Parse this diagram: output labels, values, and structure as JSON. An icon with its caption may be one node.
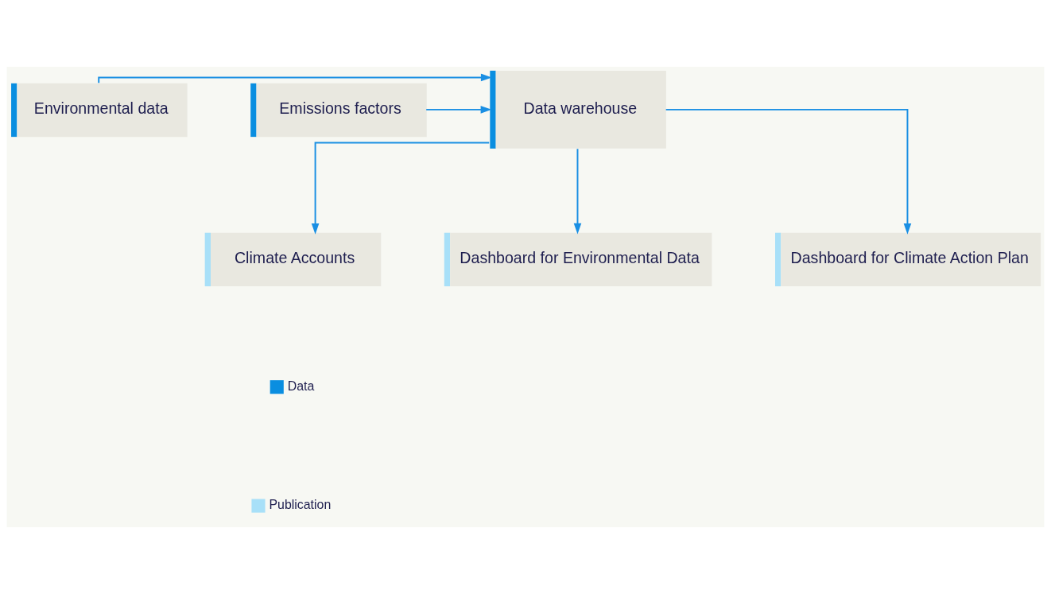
{
  "diagram": {
    "nodes": [
      {
        "text": [
          "Environmental data"
        ]
      },
      {
        "text": [
          "Data warehouse"
        ]
      },
      {
        "text": [
          "Emissions factors"
        ]
      },
      {
        "text": [
          "Climate Accounts"
        ]
      },
      {
        "text": [
          "Dashboard for Environmental Data"
        ]
      },
      {
        "text": [
          "Dashboard for Climate Action Plan"
        ]
      }
    ],
    "edges": [
      {
        "from": 0,
        "to": 1,
        "arrow": "to"
      },
      {
        "from": 2,
        "to": 1,
        "arrow": "to"
      },
      {
        "from": 1,
        "to": 3,
        "arrow": "to"
      },
      {
        "from": 1,
        "to": 4,
        "arrow": "to"
      },
      {
        "from": 1,
        "to": 5,
        "arrow": "to"
      }
    ],
    "legend": [
      {
        "text": "Data",
        "color": "#0a8ee0"
      },
      {
        "text": "Publication",
        "color": "#a8e0f8"
      }
    ]
  }
}
